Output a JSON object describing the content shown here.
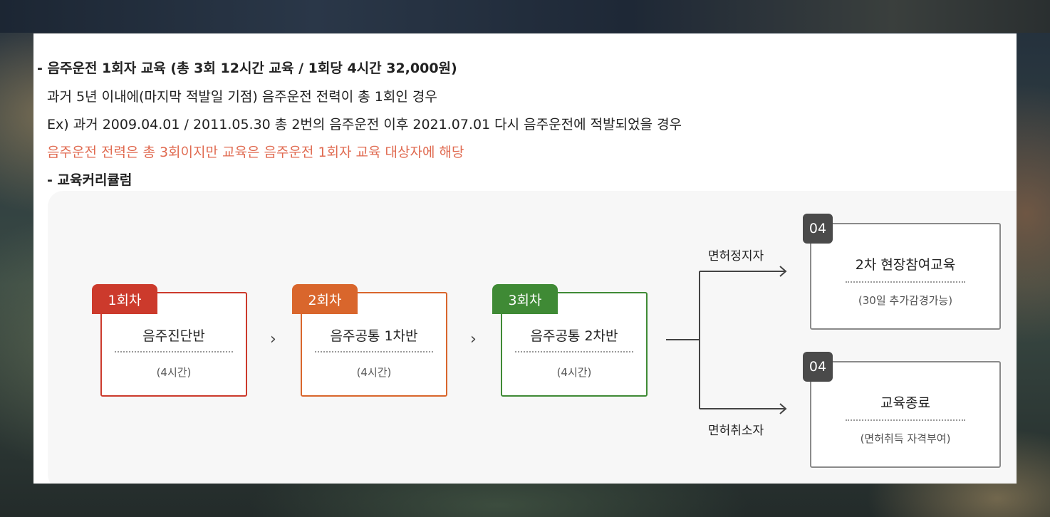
{
  "intro": {
    "heading": "- 음주운전 1회자 교육 (총 3회 12시간 교육 / 1회당 4시간 32,000원)",
    "condition": "과거 5년 이내에(마지막 적발일 기점) 음주운전 전력이 총 1회인 경우",
    "example": "Ex) 과거 2009.04.01 / 2011.05.30 총 2번의 음주운전 이후 2021.07.01 다시 음주운전에 적발되었을 경우",
    "note": "음주운전 전력은 총 3회이지만 교육은 음주운전 1회자 교육 대상자에 해당",
    "curriculum_label": "- 교육커리큘럼"
  },
  "steps": [
    {
      "tag": "1회차",
      "title": "음주진단반",
      "duration": "(4시간)",
      "color": "#cc3a2c"
    },
    {
      "tag": "2회차",
      "title": "음주공통 1차반",
      "duration": "(4시간)",
      "color": "#d9662c"
    },
    {
      "tag": "3회차",
      "title": "음주공통 2차반",
      "duration": "(4시간)",
      "color": "#3f8a35"
    }
  ],
  "branches": {
    "suspension_label": "면허정지자",
    "revocation_label": "면허취소자"
  },
  "results": [
    {
      "number": "04",
      "title": "2차 현장참여교육",
      "desc": "(30일 추가감경가능)"
    },
    {
      "number": "04",
      "title": "교육종료",
      "desc": "(면허취득 자격부여)"
    }
  ],
  "colors": {
    "note_red": "#e06a50",
    "result_badge": "#4a4a4a"
  },
  "icons": {
    "step_arrow": "chevron-right-icon",
    "branch_arrow": "arrow-right-icon"
  }
}
